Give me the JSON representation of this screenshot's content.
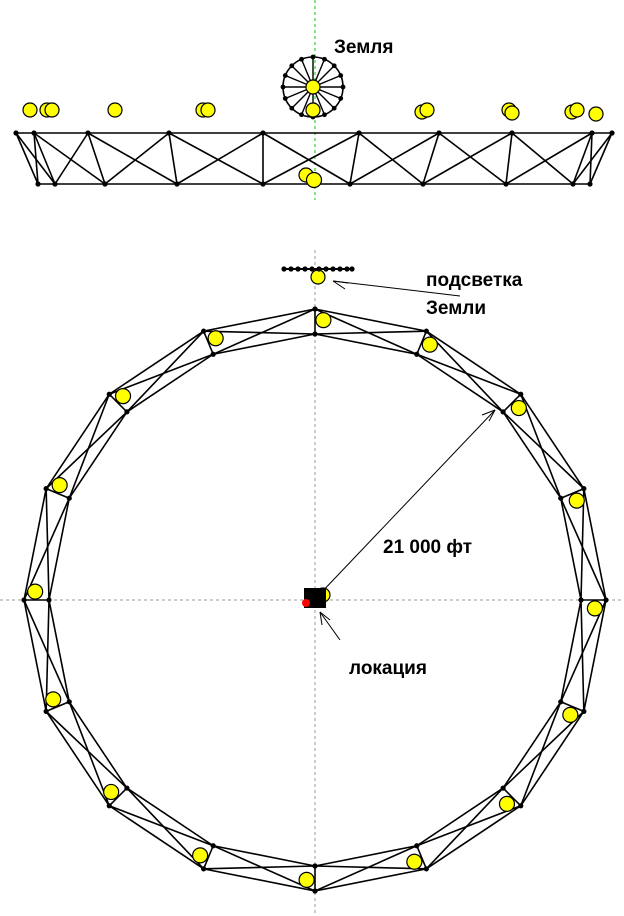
{
  "labels": {
    "earth": "Земля",
    "earth_light_line1": "подсветка",
    "earth_light_line2": "Земли",
    "radius": "21 000 фт",
    "location": "локация"
  },
  "colors": {
    "ball": "#ffff00",
    "axis": "#00cc00",
    "line": "#000000",
    "location_marker": "#ff0000"
  }
}
